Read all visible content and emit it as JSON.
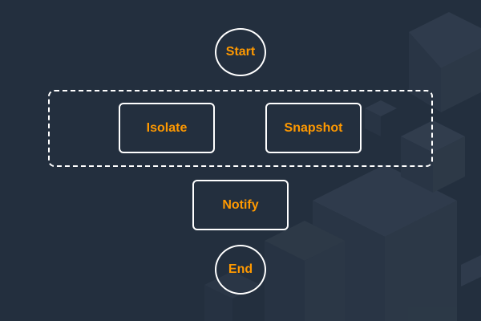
{
  "workflow": {
    "start_label": "Start",
    "isolate_label": "Isolate",
    "snapshot_label": "Snapshot",
    "notify_label": "Notify",
    "end_label": "End"
  },
  "colors": {
    "background": "#232f3e",
    "label": "#ff9900",
    "outline": "#ffffff"
  }
}
